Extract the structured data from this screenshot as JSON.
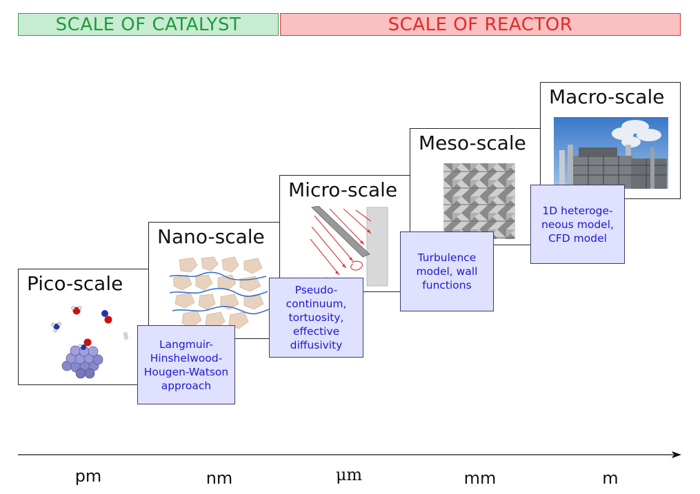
{
  "banners": {
    "catalyst": "SCALE OF CATALYST",
    "reactor": "SCALE OF REACTOR"
  },
  "scales": {
    "pico": "Pico-scale",
    "nano": "Nano-scale",
    "micro": "Micro-scale",
    "meso": "Meso-scale",
    "macro": "Macro-scale"
  },
  "models": {
    "pico": "Langmuir-Hinshelwood-Hougen-Watson approach",
    "nano": "Pseudo-continuum, tortuosity, effective diffusivity",
    "micro": "Turbulence model, wall functions",
    "meso": "1D heteroge-neous model, CFD model"
  },
  "model_lines": {
    "pico": [
      "Langmuir-",
      "Hinshelwood-",
      "Hougen-Watson",
      "approach"
    ],
    "nano": [
      "Pseudo-",
      "continuum,",
      "tortuosity,",
      "effective",
      "diffusivity"
    ],
    "micro": [
      "Turbulence",
      "model, wall",
      "functions"
    ],
    "meso": [
      "1D heteroge-",
      "neous model,",
      "CFD model"
    ]
  },
  "units": {
    "pm": "pm",
    "nm": "nm",
    "um": "μm",
    "mm": "mm",
    "m": "m"
  },
  "colors": {
    "catalyst_green": "#1f9a3a",
    "reactor_red": "#e02a2a",
    "model_text_blue": "#1a1ad0",
    "model_fill": "#e0e0ff"
  }
}
